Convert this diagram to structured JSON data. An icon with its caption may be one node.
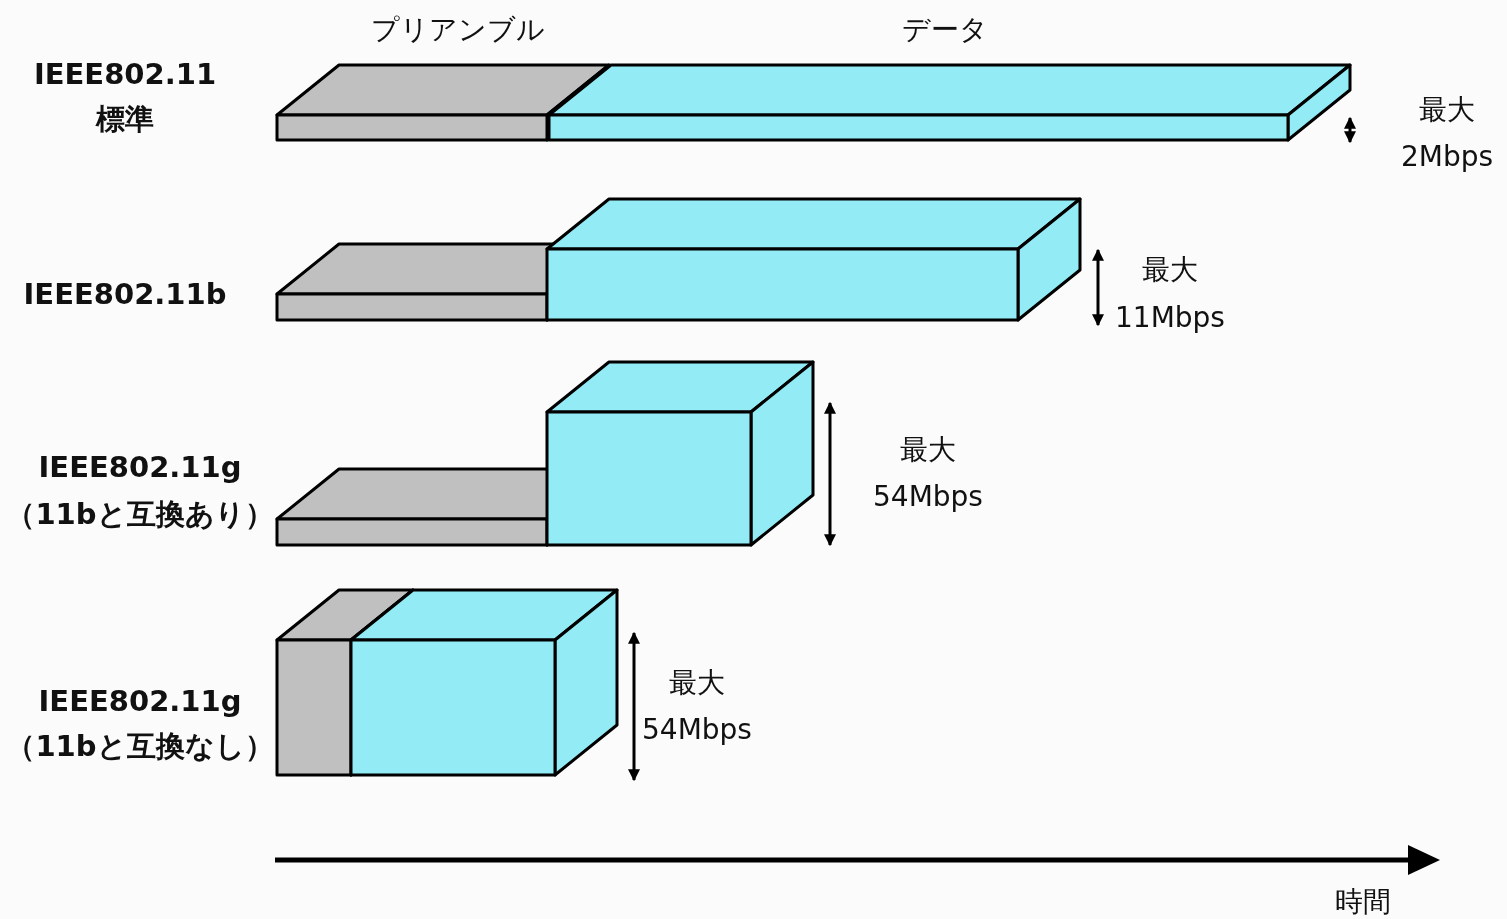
{
  "diagram": {
    "labels": [
      "プリアンブル",
      "データ",
      "IEEE802.11",
      "標準",
      "最大",
      "2Mbps",
      "IEEE802.11b",
      "最大",
      "11Mbps",
      "IEEE802.11g",
      "（11bと互換あり）",
      "最大",
      "54Mbps",
      "IEEE802.11g",
      "（11bと互換なし）",
      "最大",
      "54Mbps",
      "時間"
    ]
  }
}
